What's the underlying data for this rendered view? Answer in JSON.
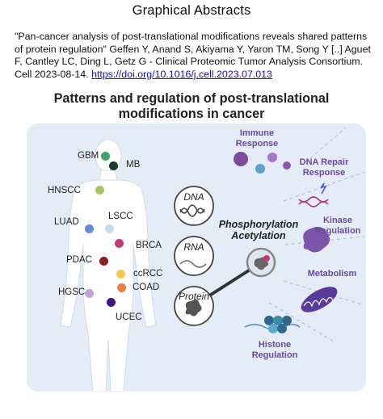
{
  "heading": "Graphical Abstracts",
  "citation": {
    "text": "\"Pan-cancer analysis of post-translational modifications reveals shared patterns of protein regulation\" Geffen Y, Anand S, Akiyama Y, Yaron TM, Song Y [..] Aguet F, Cantley LC, Ding L, Getz G - Clinical Proteomic Tumor Analysis Consortium. Cell 2023-08-14. ",
    "link": "https://doi.org/10.1016/j.cell.2023.07.013"
  },
  "figure": {
    "title_line1": "Patterns and regulation of post-translational",
    "title_line2": "modifications in cancer",
    "cancers": [
      {
        "label": "GBM",
        "color": "#3fa46a"
      },
      {
        "label": "MB",
        "color": "#1d3b2a"
      },
      {
        "label": "HNSCC",
        "color": "#a9c46a"
      },
      {
        "label": "LSCC",
        "color": "#c7dbef"
      },
      {
        "label": "LUAD",
        "color": "#5f8fd8"
      },
      {
        "label": "BRCA",
        "color": "#c23a7a"
      },
      {
        "label": "PDAC",
        "color": "#8b1d1d"
      },
      {
        "label": "ccRCC",
        "color": "#f6c84a"
      },
      {
        "label": "COAD",
        "color": "#ef7d3c"
      },
      {
        "label": "HGSC",
        "color": "#c6a0d8"
      },
      {
        "label": "UCEC",
        "color": "#3a1a7a"
      }
    ],
    "molecules": {
      "dna": "DNA",
      "rna": "RNA",
      "protein": "Protein"
    },
    "ptm_line1": "Phosphorylation",
    "ptm_line2": "Acetylation",
    "processes": {
      "immune_1": "Immune",
      "immune_2": "Response",
      "dna_repair_1": "DNA Repair",
      "dna_repair_2": "Response",
      "kinase_1": "Kinase",
      "kinase_2": "Regulation",
      "metabolism": "Metabolism",
      "histone_1": "Histone",
      "histone_2": "Regulation"
    },
    "colors": {
      "panel": "#e3ecf7",
      "accent": "#6a4a9c"
    }
  }
}
